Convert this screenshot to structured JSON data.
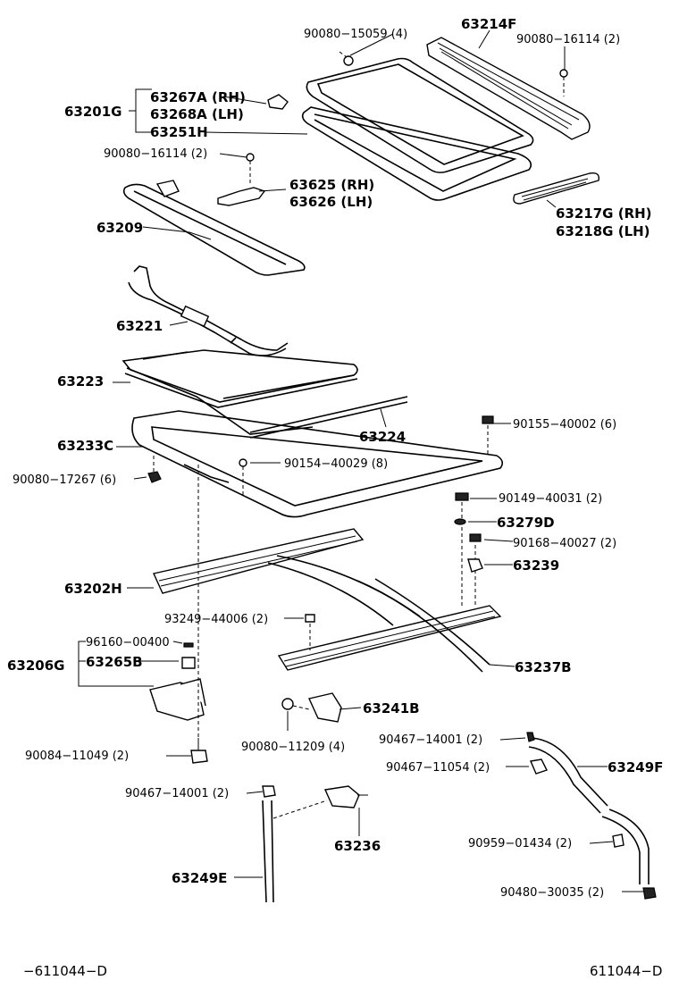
{
  "diagram": {
    "labels": {
      "l_90080_15059": "90080−15059 (4)",
      "l_63214F": "63214F",
      "l_90080_16114_top": "90080−16114 (2)",
      "l_63201G": "63201G",
      "l_63267A": "63267A (RH)",
      "l_63268A": "63268A (LH)",
      "l_63251H": "63251H",
      "l_90080_16114_mid": "90080−16114 (2)",
      "l_63625": "63625 (RH)",
      "l_63626": "63626 (LH)",
      "l_63217G": "63217G (RH)",
      "l_63218G": "63218G (LH)",
      "l_63209": "63209",
      "l_63221": "63221",
      "l_63223": "63223",
      "l_63224": "63224",
      "l_90155_40002": "90155−40002 (6)",
      "l_63233C": "63233C",
      "l_90154_40029": "90154−40029 (8)",
      "l_90080_17267": "90080−17267 (6)",
      "l_90149_40031": "90149−40031 (2)",
      "l_63279D": "63279D",
      "l_90168_40027": "90168−40027 (2)",
      "l_63239": "63239",
      "l_63202H": "63202H",
      "l_93249_44006": "93249−44006 (2)",
      "l_96160_00400": "96160−00400",
      "l_63206G": "63206G",
      "l_63265B": "63265B",
      "l_63237B": "63237B",
      "l_63241B": "63241B",
      "l_90080_11209": "90080−11209 (4)",
      "l_90084_11049": "90084−11049 (2)",
      "l_90467_14001_r": "90467−14001 (2)",
      "l_90467_11054": "90467−11054 (2)",
      "l_63249F": "63249F",
      "l_90467_14001_l": "90467−14001 (2)",
      "l_63236": "63236",
      "l_90959_01434": "90959−01434 (2)",
      "l_63249E": "63249E",
      "l_90480_30035": "90480−30035 (2)",
      "code_left": "−611044−D",
      "code_right": "611044−D"
    }
  }
}
